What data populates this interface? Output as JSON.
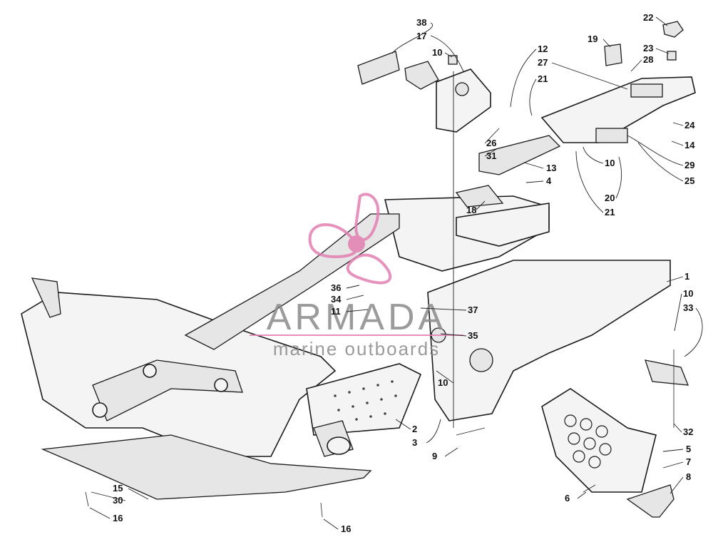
{
  "watermark": {
    "brand": "ARMADA",
    "tagline": "marine outboards",
    "logo_icon": "propeller-icon",
    "logo_color": "#e27fb2",
    "text_color": "#8a8a8a"
  },
  "callouts": [
    {
      "id": "38",
      "label": "38"
    },
    {
      "id": "17",
      "label": "17"
    },
    {
      "id": "10a",
      "label": "10"
    },
    {
      "id": "12",
      "label": "12"
    },
    {
      "id": "27",
      "label": "27"
    },
    {
      "id": "21a",
      "label": "21"
    },
    {
      "id": "19",
      "label": "19"
    },
    {
      "id": "22",
      "label": "22"
    },
    {
      "id": "23",
      "label": "23"
    },
    {
      "id": "28",
      "label": "28"
    },
    {
      "id": "26",
      "label": "26"
    },
    {
      "id": "31",
      "label": "31"
    },
    {
      "id": "13",
      "label": "13"
    },
    {
      "id": "4",
      "label": "4"
    },
    {
      "id": "18",
      "label": "18"
    },
    {
      "id": "24",
      "label": "24"
    },
    {
      "id": "14",
      "label": "14"
    },
    {
      "id": "29",
      "label": "29"
    },
    {
      "id": "25",
      "label": "25"
    },
    {
      "id": "10b",
      "label": "10"
    },
    {
      "id": "20",
      "label": "20"
    },
    {
      "id": "21b",
      "label": "21"
    },
    {
      "id": "1",
      "label": "1"
    },
    {
      "id": "36",
      "label": "36"
    },
    {
      "id": "34",
      "label": "34"
    },
    {
      "id": "11",
      "label": "11"
    },
    {
      "id": "37",
      "label": "37"
    },
    {
      "id": "35",
      "label": "35"
    },
    {
      "id": "10c",
      "label": "10"
    },
    {
      "id": "10d",
      "label": "10"
    },
    {
      "id": "33",
      "label": "33"
    },
    {
      "id": "2",
      "label": "2"
    },
    {
      "id": "3",
      "label": "3"
    },
    {
      "id": "9",
      "label": "9"
    },
    {
      "id": "32",
      "label": "32"
    },
    {
      "id": "5",
      "label": "5"
    },
    {
      "id": "7",
      "label": "7"
    },
    {
      "id": "8",
      "label": "8"
    },
    {
      "id": "6",
      "label": "6"
    },
    {
      "id": "15",
      "label": "15"
    },
    {
      "id": "30",
      "label": "30"
    },
    {
      "id": "16a",
      "label": "16"
    },
    {
      "id": "16b",
      "label": "16"
    }
  ]
}
